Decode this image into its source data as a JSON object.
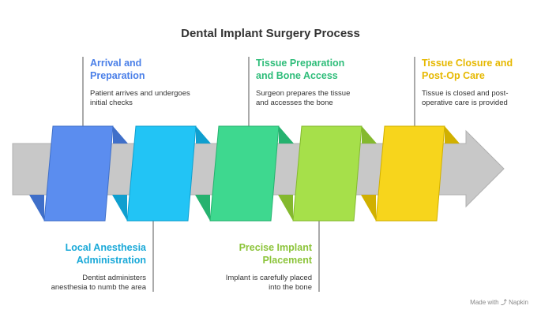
{
  "diagram": {
    "title": "Dental Implant Surgery Process",
    "steps": [
      {
        "title_line1": "Arrival and",
        "title_line2": "Preparation",
        "desc_line1": "Patient arrives and undergoes",
        "desc_line2": "initial checks",
        "color": "#5b8def",
        "text_color": "#4a7fe8"
      },
      {
        "title_line1": "Local Anesthesia",
        "title_line2": "Administration",
        "desc_line1": "Dentist administers",
        "desc_line2": "anesthesia to numb the area",
        "color": "#22c4f5",
        "text_color": "#1aa9d8"
      },
      {
        "title_line1": "Tissue Preparation",
        "title_line2": "and Bone Access",
        "desc_line1": "Surgeon prepares the tissue",
        "desc_line2": "and accesses the bone",
        "color": "#3ed88f",
        "text_color": "#2fbd7a"
      },
      {
        "title_line1": "Precise Implant",
        "title_line2": "Placement",
        "desc_line1": "Implant is carefully placed",
        "desc_line2": "into the bone",
        "color": "#a6e04a",
        "text_color": "#8cc43a"
      },
      {
        "title_line1": "Tissue Closure and",
        "title_line2": "Post-Op Care",
        "desc_line1": "Tissue is closed and post-",
        "desc_line2": "operative care is provided",
        "color": "#f7d51c",
        "text_color": "#e6b800"
      }
    ],
    "arrow_color": "#c8c8c8"
  },
  "footer": {
    "made_with": "Made with",
    "brand": "Napkin"
  }
}
